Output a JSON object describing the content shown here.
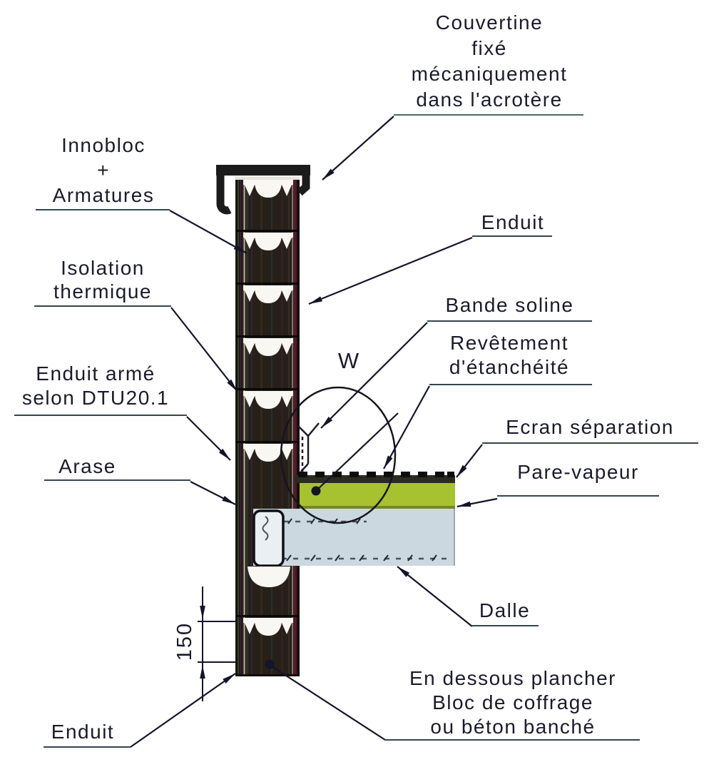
{
  "diagram": {
    "type": "construction-detail-section",
    "labels": {
      "couvertine": {
        "lines": [
          "Couvertine",
          "fixé",
          "mécaniquement",
          "dans l'acrotère"
        ]
      },
      "innobloc": {
        "lines": [
          "Innobloc",
          "+",
          "Armatures"
        ]
      },
      "isolation": {
        "lines": [
          "Isolation",
          "thermique"
        ]
      },
      "enduit_arme": {
        "lines": [
          "Enduit armé",
          "selon DTU20.1"
        ]
      },
      "arase": {
        "text": "Arase"
      },
      "enduit_right": {
        "text": "Enduit"
      },
      "bande_soline": {
        "text": "Bande soline"
      },
      "revetement": {
        "lines": [
          "Revêtement",
          "d'étanchéité"
        ]
      },
      "ecran": {
        "text": "Ecran séparation"
      },
      "pare_vapeur": {
        "text": "Pare-vapeur"
      },
      "dalle": {
        "text": "Dalle"
      },
      "en_dessous": {
        "lines": [
          "En dessous plancher",
          "Bloc de coffrage",
          "ou béton banché"
        ]
      },
      "enduit_bottom": {
        "text": "Enduit"
      },
      "detail_marker": {
        "text": "W"
      }
    },
    "dimension": {
      "value": "150"
    },
    "colors": {
      "line": "#14142a",
      "wall": "#262019",
      "wallSkin": "#17130f",
      "wallEdge": "#551a2a",
      "notch": "#f8f7f2",
      "insulation": "#a7c22f",
      "insulationEdge": "#78871e",
      "membrane": "#2b2b22",
      "slab": "#cbd8e0",
      "chainage": "#e9eff2",
      "cap": "#1b1b1b"
    }
  }
}
